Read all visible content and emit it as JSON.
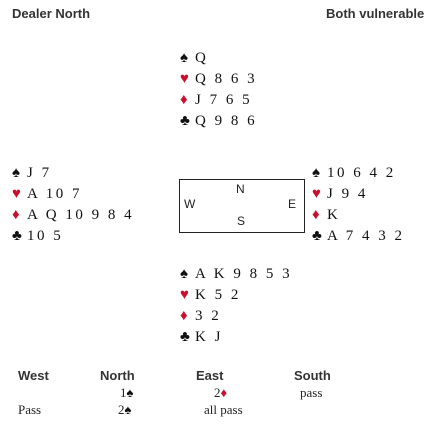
{
  "header": {
    "dealer": "Dealer North",
    "vulnerability": "Both vulnerable"
  },
  "hands": {
    "north": {
      "spades": "Q",
      "hearts": "Q 8 6 3",
      "diamonds": "J 7 6 5",
      "clubs": "Q 9 8 6"
    },
    "west": {
      "spades": "J 7",
      "hearts": "A 10 7",
      "diamonds": "A Q 10 9 8 4",
      "clubs": "10 5"
    },
    "east": {
      "spades": "10 6 4 2",
      "hearts": "J 9 4",
      "diamonds": "K",
      "clubs": "A 7 4 3 2"
    },
    "south": {
      "spades": "A K 9 8 5 3",
      "hearts": "K 5 2",
      "diamonds": "3 2",
      "clubs": "K J"
    }
  },
  "compass": {
    "n": "N",
    "w": "W",
    "e": "E",
    "s": "S"
  },
  "suit_symbols": {
    "spades": "♠",
    "hearts": "♥",
    "diamonds": "♦",
    "clubs": "♣"
  },
  "colors": {
    "red_suit": "#c8102e",
    "black_suit": "#111111"
  },
  "bidding": {
    "headers": [
      "West",
      "North",
      "East",
      "South"
    ],
    "rounds": [
      {
        "west": "",
        "north": "1♠",
        "east": "2♦",
        "south": "pass"
      },
      {
        "west": "Pass",
        "north": "2♠",
        "east": "all pass",
        "south": ""
      }
    ]
  }
}
